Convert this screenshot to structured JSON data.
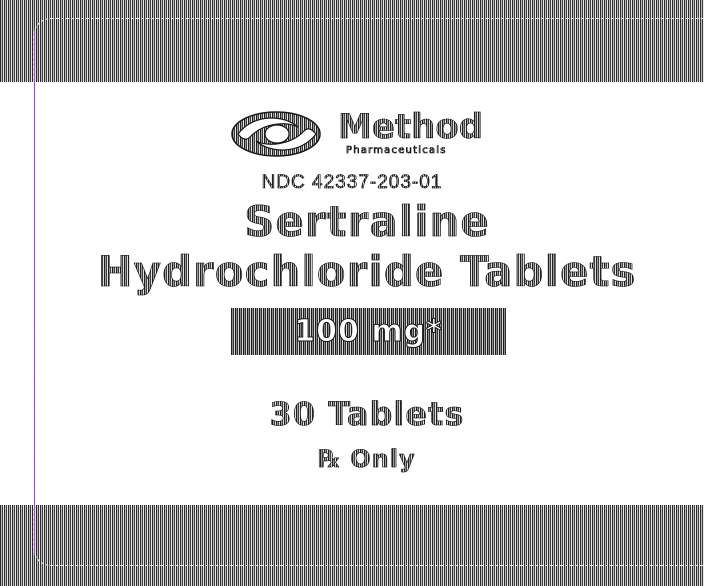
{
  "brand": {
    "name": "Method",
    "subtitle": "Pharmaceuticals",
    "icon": "method-logo-icon"
  },
  "product": {
    "ndc": "NDC 42337-203-01",
    "name_line1": "Sertraline",
    "name_line2": "Hydrochloride Tablets",
    "strength": "100 mg*",
    "count": "30 Tablets",
    "rx_status": "℞ Only"
  },
  "colors": {
    "stripe_dark": "#2a2a2a",
    "stripe_light": "#bdbdbd",
    "frame_line": "#b040e0",
    "background": "#ffffff"
  }
}
